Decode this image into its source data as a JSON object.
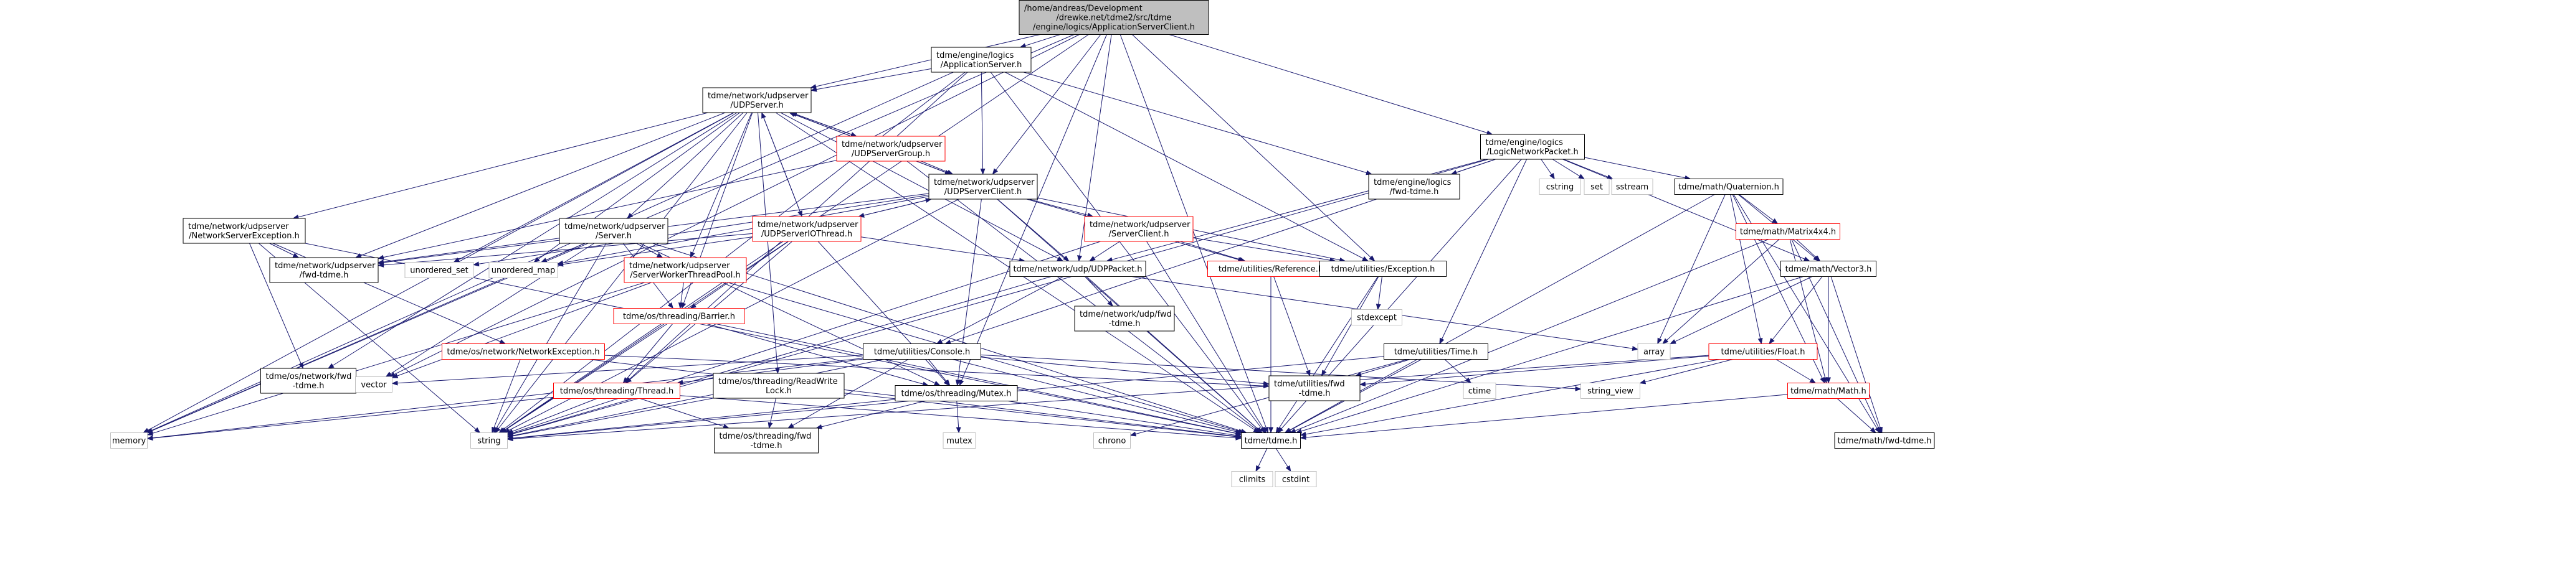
{
  "graph": {
    "colors": {
      "root_fill": "#bfbfbf",
      "box_stroke": "#000000",
      "missing_stroke": "#bfbfbf",
      "red_stroke": "#ff0000",
      "edge": "#191970",
      "text": "#000000"
    },
    "nodes": [
      {
        "id": "root",
        "lines": [
          "/home/andreas/Development",
          "/drewke.net/tdme2/src/tdme",
          "/engine/logics/ApplicationServerClient.h"
        ],
        "style": "root"
      },
      {
        "id": "appserver",
        "lines": [
          "tdme/engine/logics",
          "/ApplicationServer.h"
        ],
        "style": "box"
      },
      {
        "id": "udpserver",
        "lines": [
          "tdme/network/udpserver",
          "/UDPServer.h"
        ],
        "style": "box"
      },
      {
        "id": "udpservergroup",
        "lines": [
          "tdme/network/udpserver",
          "/UDPServerGroup.h"
        ],
        "style": "red"
      },
      {
        "id": "udpserverclient",
        "lines": [
          "tdme/network/udpserver",
          "/UDPServerClient.h"
        ],
        "style": "box"
      },
      {
        "id": "lnp",
        "lines": [
          "tdme/engine/logics",
          "/LogicNetworkPacket.h"
        ],
        "style": "box"
      },
      {
        "id": "netserverexc",
        "lines": [
          "tdme/network/udpserver",
          "/NetworkServerException.h"
        ],
        "style": "box"
      },
      {
        "id": "server",
        "lines": [
          "tdme/network/udpserver",
          "/Server.h"
        ],
        "style": "box"
      },
      {
        "id": "iothread",
        "lines": [
          "tdme/network/udpserver",
          "/UDPServerIOThread.h"
        ],
        "style": "red"
      },
      {
        "id": "serverclient",
        "lines": [
          "tdme/network/udpserver",
          "/ServerClient.h"
        ],
        "style": "red"
      },
      {
        "id": "efwd",
        "lines": [
          "tdme/engine/logics",
          "/fwd-tdme.h"
        ],
        "style": "box"
      },
      {
        "id": "cstring",
        "lines": [
          "cstring"
        ],
        "style": "missing"
      },
      {
        "id": "set",
        "lines": [
          "set"
        ],
        "style": "missing"
      },
      {
        "id": "sstream",
        "lines": [
          "sstream"
        ],
        "style": "missing"
      },
      {
        "id": "quat",
        "lines": [
          "tdme/math/Quaternion.h"
        ],
        "style": "box"
      },
      {
        "id": "matrix",
        "lines": [
          "tdme/math/Matrix4x4.h"
        ],
        "style": "red"
      },
      {
        "id": "ufwd",
        "lines": [
          "tdme/network/udpserver",
          "/fwd-tdme.h"
        ],
        "style": "box"
      },
      {
        "id": "uset",
        "lines": [
          "unordered_set"
        ],
        "style": "missing"
      },
      {
        "id": "umap",
        "lines": [
          "unordered_map"
        ],
        "style": "missing"
      },
      {
        "id": "swtp",
        "lines": [
          "tdme/network/udpserver",
          "/ServerWorkerThreadPool.h"
        ],
        "style": "red"
      },
      {
        "id": "udppacket",
        "lines": [
          "tdme/network/udp/UDPPacket.h"
        ],
        "style": "box"
      },
      {
        "id": "reference",
        "lines": [
          "tdme/utilities/Reference.h"
        ],
        "style": "red"
      },
      {
        "id": "exception",
        "lines": [
          "tdme/utilities/Exception.h"
        ],
        "style": "box"
      },
      {
        "id": "vec3",
        "lines": [
          "tdme/math/Vector3.h"
        ],
        "style": "box"
      },
      {
        "id": "netexc",
        "lines": [
          "tdme/os/network/NetworkException.h"
        ],
        "style": "red"
      },
      {
        "id": "barrier",
        "lines": [
          "tdme/os/threading/Barrier.h"
        ],
        "style": "red"
      },
      {
        "id": "udpfwd",
        "lines": [
          "tdme/network/udp/fwd",
          "-tdme.h"
        ],
        "style": "box"
      },
      {
        "id": "console",
        "lines": [
          "tdme/utilities/Console.h"
        ],
        "style": "box"
      },
      {
        "id": "stdexcept",
        "lines": [
          "stdexcept"
        ],
        "style": "missing"
      },
      {
        "id": "time",
        "lines": [
          "tdme/utilities/Time.h"
        ],
        "style": "box"
      },
      {
        "id": "array",
        "lines": [
          "array"
        ],
        "style": "missing"
      },
      {
        "id": "float",
        "lines": [
          "tdme/utilities/Float.h"
        ],
        "style": "red"
      },
      {
        "id": "osnetfwd",
        "lines": [
          "tdme/os/network/fwd",
          "-tdme.h"
        ],
        "style": "box"
      },
      {
        "id": "vector",
        "lines": [
          "vector"
        ],
        "style": "missing"
      },
      {
        "id": "thread",
        "lines": [
          "tdme/os/threading/Thread.h"
        ],
        "style": "red"
      },
      {
        "id": "rwlock",
        "lines": [
          "tdme/os/threading/ReadWrite",
          "Lock.h"
        ],
        "style": "box"
      },
      {
        "id": "mutex",
        "lines": [
          "tdme/os/threading/Mutex.h"
        ],
        "style": "box"
      },
      {
        "id": "utilfwd",
        "lines": [
          "tdme/utilities/fwd",
          "-tdme.h"
        ],
        "style": "box"
      },
      {
        "id": "stringview",
        "lines": [
          "string_view"
        ],
        "style": "missing"
      },
      {
        "id": "ctime",
        "lines": [
          "ctime"
        ],
        "style": "missing"
      },
      {
        "id": "mathh",
        "lines": [
          "tdme/math/Math.h"
        ],
        "style": "red"
      },
      {
        "id": "memory",
        "lines": [
          "memory"
        ],
        "style": "missing"
      },
      {
        "id": "string",
        "lines": [
          "string"
        ],
        "style": "missing"
      },
      {
        "id": "threadfwd",
        "lines": [
          "tdme/os/threading/fwd",
          "-tdme.h"
        ],
        "style": "box"
      },
      {
        "id": "mutexstd",
        "lines": [
          "mutex"
        ],
        "style": "missing"
      },
      {
        "id": "chrono",
        "lines": [
          "chrono"
        ],
        "style": "missing"
      },
      {
        "id": "tdmeh",
        "lines": [
          "tdme/tdme.h"
        ],
        "style": "box"
      },
      {
        "id": "mathfwd",
        "lines": [
          "tdme/math/fwd-tdme.h"
        ],
        "style": "box"
      },
      {
        "id": "climits",
        "lines": [
          "climits"
        ],
        "style": "missing"
      },
      {
        "id": "cstdint",
        "lines": [
          "cstdint"
        ],
        "style": "missing"
      }
    ],
    "edges": [
      [
        "root",
        "appserver"
      ],
      [
        "root",
        "udpserver"
      ],
      [
        "root",
        "udpserverclient"
      ],
      [
        "root",
        "lnp"
      ],
      [
        "root",
        "exception"
      ],
      [
        "root",
        "udppacket"
      ],
      [
        "root",
        "mutex"
      ],
      [
        "root",
        "tdmeh"
      ],
      [
        "root",
        "string"
      ],
      [
        "root",
        "memory"
      ],
      [
        "root",
        "vector"
      ],
      [
        "appserver",
        "udpserver"
      ],
      [
        "appserver",
        "udpserverclient"
      ],
      [
        "appserver",
        "efwd"
      ],
      [
        "appserver",
        "exception"
      ],
      [
        "appserver",
        "tdmeh"
      ],
      [
        "appserver",
        "string"
      ],
      [
        "appserver",
        "thread"
      ],
      [
        "appserver",
        "memory"
      ],
      [
        "udpserver",
        "udpservergroup"
      ],
      [
        "udpserver",
        "udpserverclient"
      ],
      [
        "udpserver",
        "netserverexc"
      ],
      [
        "udpserver",
        "server"
      ],
      [
        "udpserver",
        "iothread"
      ],
      [
        "udpserver",
        "ufwd"
      ],
      [
        "udpserver",
        "uset"
      ],
      [
        "udpserver",
        "umap"
      ],
      [
        "udpserver",
        "udppacket"
      ],
      [
        "udpserver",
        "barrier"
      ],
      [
        "udpserver",
        "rwlock"
      ],
      [
        "udpserver",
        "string"
      ],
      [
        "udpserver",
        "memory"
      ],
      [
        "udpserver",
        "tdmeh"
      ],
      [
        "udpserver",
        "osnetfwd"
      ],
      [
        "udpserver",
        "swtp"
      ],
      [
        "udpservergroup",
        "udpserver"
      ],
      [
        "udpservergroup",
        "udpserverclient"
      ],
      [
        "udpservergroup",
        "ufwd"
      ],
      [
        "udpservergroup",
        "tdmeh"
      ],
      [
        "udpserverclient",
        "udpserver"
      ],
      [
        "udpserverclient",
        "iothread"
      ],
      [
        "udpserverclient",
        "serverclient"
      ],
      [
        "udpserverclient",
        "udppacket"
      ],
      [
        "udpserverclient",
        "exception"
      ],
      [
        "udpserverclient",
        "reference"
      ],
      [
        "udpserverclient",
        "umap"
      ],
      [
        "udpserverclient",
        "ufwd"
      ],
      [
        "udpserverclient",
        "string"
      ],
      [
        "udpserverclient",
        "mutex"
      ],
      [
        "udpserverclient",
        "tdmeh"
      ],
      [
        "udpserverclient",
        "uset"
      ],
      [
        "lnp",
        "efwd"
      ],
      [
        "lnp",
        "cstring"
      ],
      [
        "lnp",
        "set"
      ],
      [
        "lnp",
        "sstream"
      ],
      [
        "lnp",
        "quat"
      ],
      [
        "lnp",
        "vec3"
      ],
      [
        "lnp",
        "udppacket"
      ],
      [
        "lnp",
        "time"
      ],
      [
        "lnp",
        "console"
      ],
      [
        "lnp",
        "tdmeh"
      ],
      [
        "lnp",
        "string"
      ],
      [
        "netserverexc",
        "ufwd"
      ],
      [
        "netserverexc",
        "netexc"
      ],
      [
        "netserverexc",
        "string"
      ],
      [
        "netserverexc",
        "osnetfwd"
      ],
      [
        "netserverexc",
        "tdmeh"
      ],
      [
        "server",
        "ufwd"
      ],
      [
        "server",
        "swtp"
      ],
      [
        "server",
        "umap"
      ],
      [
        "server",
        "barrier"
      ],
      [
        "server",
        "string"
      ],
      [
        "server",
        "tdmeh"
      ],
      [
        "server",
        "mutex"
      ],
      [
        "server",
        "memory"
      ],
      [
        "server",
        "vector"
      ],
      [
        "iothread",
        "udpserver"
      ],
      [
        "iothread",
        "udpserverclient"
      ],
      [
        "iothread",
        "ufwd"
      ],
      [
        "iothread",
        "umap"
      ],
      [
        "iothread",
        "barrier"
      ],
      [
        "iothread",
        "thread"
      ],
      [
        "iothread",
        "mutex"
      ],
      [
        "iothread",
        "udppacket"
      ],
      [
        "iothread",
        "string"
      ],
      [
        "serverclient",
        "udppacket"
      ],
      [
        "serverclient",
        "reference"
      ],
      [
        "serverclient",
        "exception"
      ],
      [
        "serverclient",
        "tdmeh"
      ],
      [
        "serverclient",
        "string"
      ],
      [
        "quat",
        "matrix"
      ],
      [
        "quat",
        "vec3"
      ],
      [
        "quat",
        "float"
      ],
      [
        "quat",
        "mathh"
      ],
      [
        "quat",
        "array"
      ],
      [
        "quat",
        "tdmeh"
      ],
      [
        "quat",
        "mathfwd"
      ],
      [
        "matrix",
        "vec3"
      ],
      [
        "matrix",
        "mathh"
      ],
      [
        "matrix",
        "array"
      ],
      [
        "matrix",
        "tdmeh"
      ],
      [
        "matrix",
        "mathfwd"
      ],
      [
        "swtp",
        "barrier"
      ],
      [
        "swtp",
        "vector"
      ],
      [
        "swtp",
        "tdmeh"
      ],
      [
        "swtp",
        "memory"
      ],
      [
        "udppacket",
        "udpfwd"
      ],
      [
        "udppacket",
        "array"
      ],
      [
        "udppacket",
        "console"
      ],
      [
        "udppacket",
        "tdmeh"
      ],
      [
        "udppacket",
        "string"
      ],
      [
        "reference",
        "utilfwd"
      ],
      [
        "reference",
        "tdmeh"
      ],
      [
        "exception",
        "stdexcept"
      ],
      [
        "exception",
        "utilfwd"
      ],
      [
        "exception",
        "tdmeh"
      ],
      [
        "vec3",
        "float"
      ],
      [
        "vec3",
        "mathh"
      ],
      [
        "vec3",
        "array"
      ],
      [
        "vec3",
        "tdmeh"
      ],
      [
        "vec3",
        "mathfwd"
      ],
      [
        "netexc",
        "string"
      ],
      [
        "netexc",
        "tdmeh"
      ],
      [
        "netexc",
        "utilfwd"
      ],
      [
        "barrier",
        "thread"
      ],
      [
        "barrier",
        "mutex"
      ],
      [
        "barrier",
        "string"
      ],
      [
        "barrier",
        "tdmeh"
      ],
      [
        "console",
        "mutex"
      ],
      [
        "console",
        "thread"
      ],
      [
        "console",
        "utilfwd"
      ],
      [
        "console",
        "memory"
      ],
      [
        "console",
        "string"
      ],
      [
        "console",
        "stringview"
      ],
      [
        "console",
        "vector"
      ],
      [
        "console",
        "tdmeh"
      ],
      [
        "console",
        "threadfwd"
      ],
      [
        "time",
        "chrono"
      ],
      [
        "time",
        "ctime"
      ],
      [
        "time",
        "utilfwd"
      ],
      [
        "time",
        "string"
      ],
      [
        "time",
        "tdmeh"
      ],
      [
        "float",
        "utilfwd"
      ],
      [
        "float",
        "mathh"
      ],
      [
        "float",
        "stringview"
      ],
      [
        "float",
        "string"
      ],
      [
        "float",
        "tdmeh"
      ],
      [
        "thread",
        "threadfwd"
      ],
      [
        "thread",
        "string"
      ],
      [
        "thread",
        "memory"
      ],
      [
        "thread",
        "tdmeh"
      ],
      [
        "rwlock",
        "threadfwd"
      ],
      [
        "rwlock",
        "string"
      ],
      [
        "rwlock",
        "tdmeh"
      ],
      [
        "mutex",
        "mutexstd"
      ],
      [
        "mutex",
        "threadfwd"
      ],
      [
        "mutex",
        "string"
      ],
      [
        "mutex",
        "tdmeh"
      ],
      [
        "mathh",
        "tdmeh"
      ],
      [
        "mathh",
        "mathfwd"
      ],
      [
        "tdmeh",
        "climits"
      ],
      [
        "tdmeh",
        "cstdint"
      ]
    ]
  }
}
